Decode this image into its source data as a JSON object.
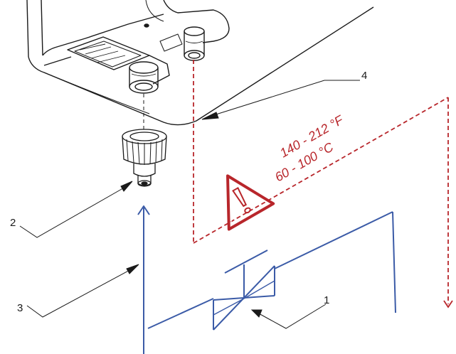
{
  "callouts": {
    "c1": "1",
    "c2": "2",
    "c3": "3",
    "c4": "4"
  },
  "temperature": {
    "fahrenheit": "140 - 212 °F",
    "celsius": "60 - 100 °C"
  },
  "colors": {
    "line": "#1a1a1a",
    "water_pipe": "#3b5ba7",
    "hot_zone": "#b8262b"
  },
  "icons": {
    "warning": "warning-triangle-icon"
  }
}
